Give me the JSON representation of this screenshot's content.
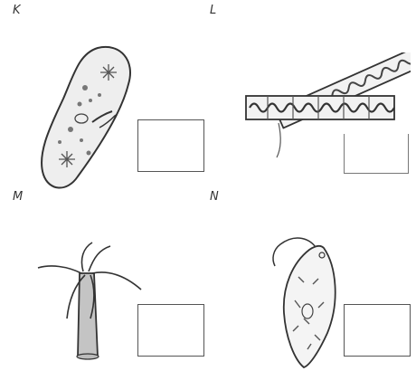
{
  "panels": [
    {
      "label": "K",
      "organism_icon": "paramecium-icon"
    },
    {
      "label": "L",
      "organism_icon": "spirogyra-icon"
    },
    {
      "label": "M",
      "organism_icon": "hydra-icon"
    },
    {
      "label": "N",
      "organism_icon": "euglena-icon"
    }
  ]
}
